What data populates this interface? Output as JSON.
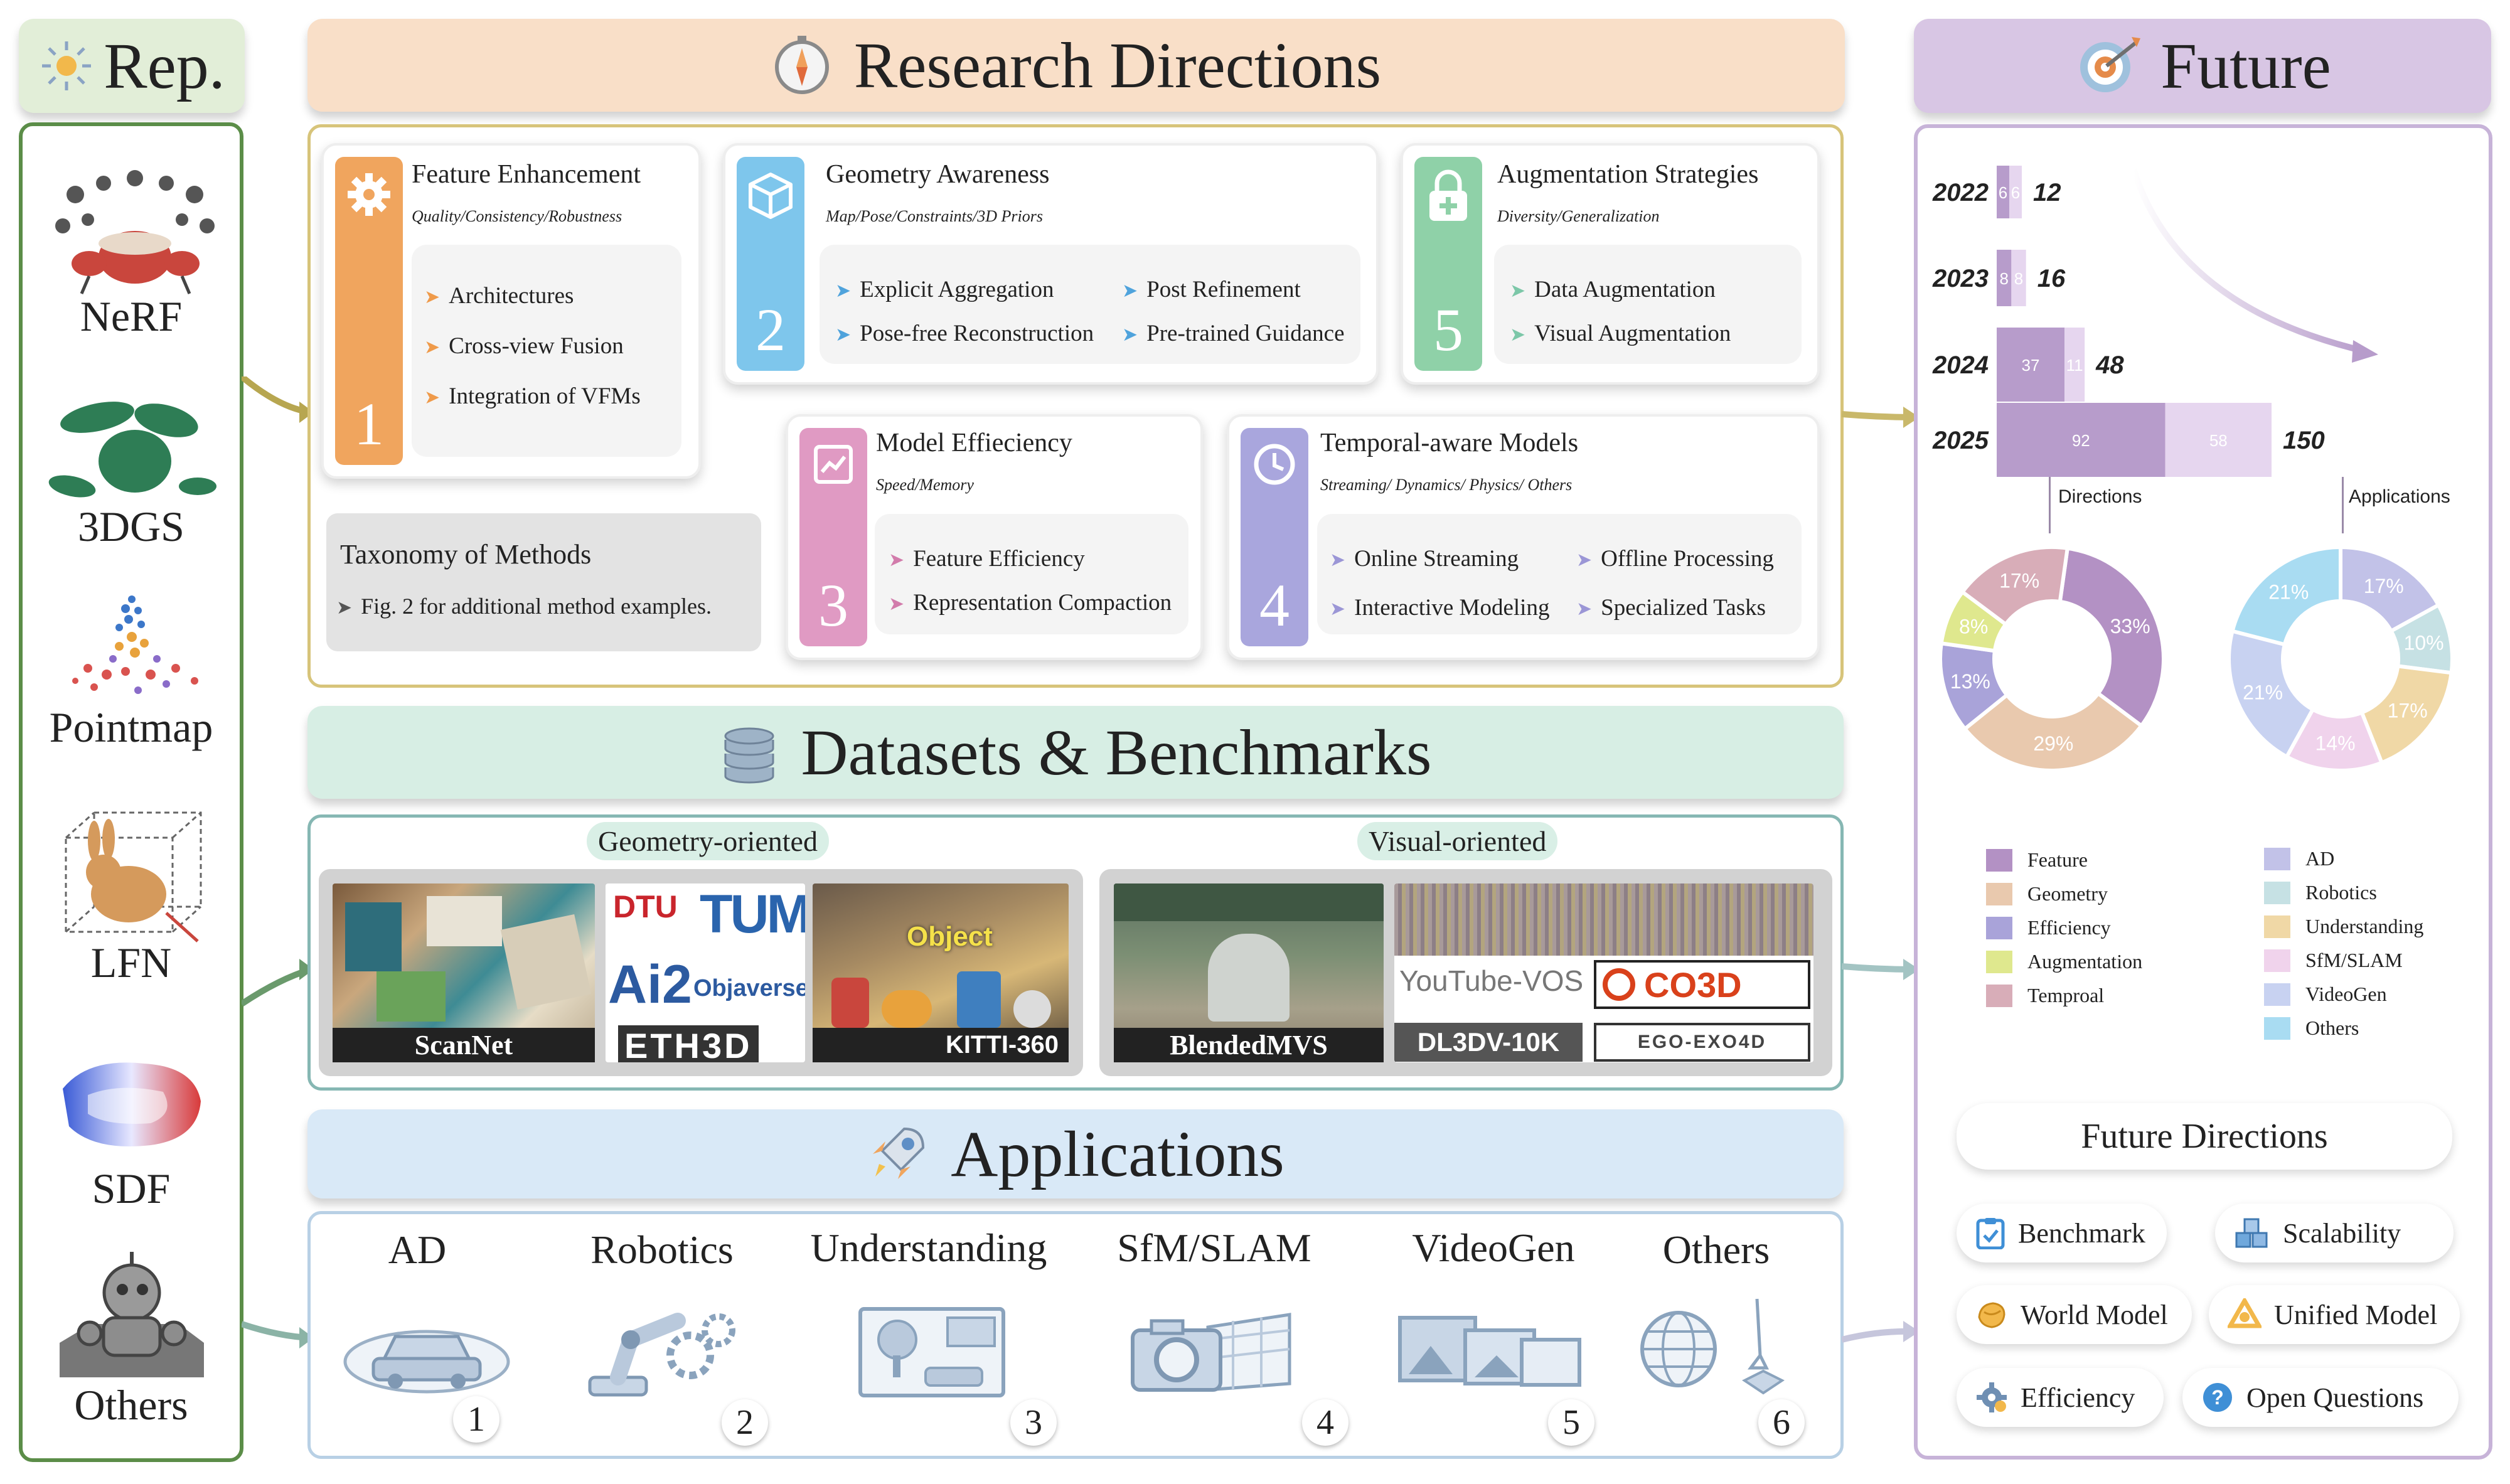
{
  "rep": {
    "title": "Rep.",
    "items": [
      "NeRF",
      "3DGS",
      "Pointmap",
      "LFN",
      "SDF",
      "Others"
    ]
  },
  "research": {
    "title": "Research Directions",
    "cards": [
      {
        "title": "Feature Enhancement",
        "subtitle": "Quality/Consistency/Robustness",
        "number": "1",
        "items": [
          "Architectures",
          "Cross-view Fusion",
          "Integration of VFMs"
        ]
      },
      {
        "title": "Geometry Awareness",
        "subtitle": "Map/Pose/Constraints/3D Priors",
        "number": "2",
        "items": [
          "Explicit  Aggregation",
          "Post Refinement",
          "Pose-free Reconstruction",
          "Pre-trained Guidance"
        ]
      },
      {
        "title": "Augmentation Strategies",
        "subtitle": "Diversity/Generalization",
        "number": "5",
        "items": [
          "Data Augmentation",
          "Visual Augmentation"
        ]
      },
      {
        "title": "Model Effieciency",
        "subtitle": "Speed/Memory",
        "number": "3",
        "items": [
          "Feature Efficiency",
          "Representation Compaction"
        ]
      },
      {
        "title": "Temporal-aware Models",
        "subtitle": "Streaming/ Dynamics/ Physics/ Others",
        "number": "4",
        "items": [
          "Online Streaming",
          "Offline Processing",
          "Interactive Modeling",
          "Specialized Tasks"
        ]
      }
    ],
    "taxonomy": {
      "title": "Taxonomy of Methods",
      "note": "Fig. 2 for additional method examples."
    }
  },
  "datasets": {
    "title": "Datasets & Benchmarks",
    "geometry": {
      "label": "Geometry-oriented",
      "scannet": "ScanNet",
      "logos": [
        "DTU",
        "TUM",
        "Ai2",
        "Objaverse",
        "Object",
        "ETH3D",
        "KITTI-360"
      ]
    },
    "visual": {
      "label": "Visual-oriented",
      "blended": "BlendedMVS",
      "logos": [
        "YouTube-VOS",
        "CO3D",
        "DL3DV-10K",
        "EGO-EXO4D"
      ]
    }
  },
  "applications": {
    "title": "Applications",
    "items": [
      {
        "label": "AD",
        "num": "1"
      },
      {
        "label": "Robotics",
        "num": "2"
      },
      {
        "label": "Understanding",
        "num": "3"
      },
      {
        "label": "SfM/SLAM",
        "num": "4"
      },
      {
        "label": "VideoGen",
        "num": "5"
      },
      {
        "label": "Others",
        "num": "6"
      }
    ]
  },
  "future": {
    "title": "Future",
    "bars_label_left": "Directions",
    "bars_label_right": "Applications",
    "future_directions_title": "Future Directions",
    "directions": [
      "Benchmark",
      "Scalability",
      "World Model",
      "Unified Model",
      "Efficiency",
      "Open Questions"
    ]
  },
  "chart_data": [
    {
      "type": "bar",
      "orientation": "horizontal",
      "stacked": true,
      "categories": [
        "2022",
        "2023",
        "2024",
        "2025"
      ],
      "series": [
        {
          "name": "Directions",
          "values": [
            6,
            8,
            37,
            92
          ],
          "color": "#b79ccb"
        },
        {
          "name": "Applications",
          "values": [
            6,
            8,
            11,
            58
          ],
          "color": "#e6d6ef"
        }
      ],
      "totals": [
        12,
        16,
        48,
        150
      ]
    },
    {
      "type": "pie",
      "labels": [
        "Feature",
        "Geometry",
        "Efficiency",
        "Augmentation",
        "Temproal"
      ],
      "values": [
        33,
        29,
        13,
        8,
        17
      ],
      "colors": [
        "#b391c4",
        "#e9c9ae",
        "#a9a3d9",
        "#dfe88e",
        "#d8adb8"
      ]
    },
    {
      "type": "pie",
      "labels": [
        "AD",
        "Robotics",
        "Understanding",
        "SfM/SLAM",
        "VideoGen",
        "Others"
      ],
      "values": [
        17,
        10,
        17,
        14,
        21,
        21
      ],
      "colors": [
        "#c2c2e8",
        "#c6e1e4",
        "#f0d8a6",
        "#f0d3ec",
        "#c8d2f1",
        "#a9dcf2"
      ]
    }
  ]
}
